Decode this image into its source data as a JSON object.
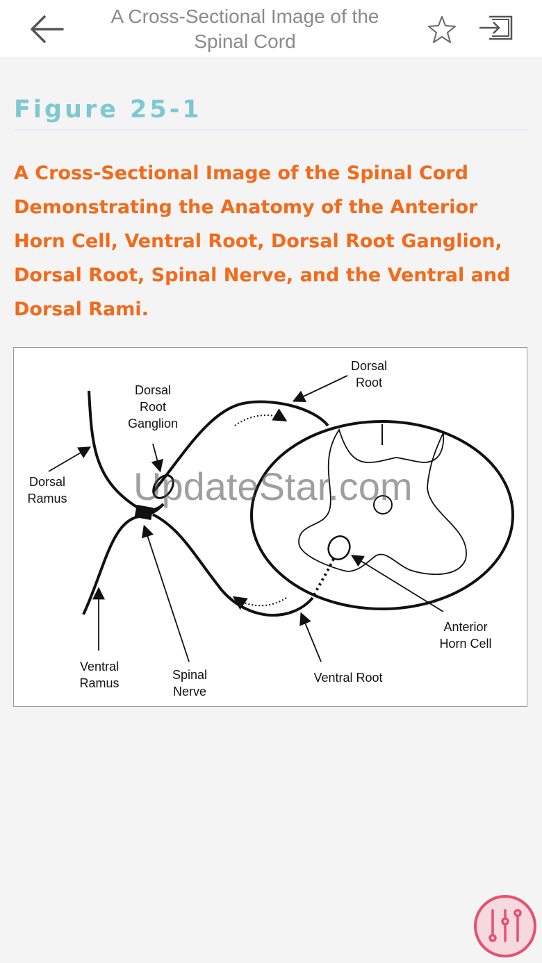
{
  "header": {
    "title": "A Cross-Sectional Image of the Spinal Cord",
    "back_icon": "arrow-left-icon",
    "star_icon": "star-outline-icon",
    "export_icon": "export-icon"
  },
  "figure": {
    "label": "Figure 25-1",
    "caption": "A Cross-Sectional Image of the Spinal Cord Demonstrating the Anatomy of the Anterior Horn Cell, Ventral Root, Dorsal Root Ganglion, Dorsal Root, Spinal Nerve, and the Ventral and Dorsal Rami.",
    "labels": {
      "dorsal_root_1": "Dorsal",
      "dorsal_root_2": "Root",
      "drg_1": "Dorsal",
      "drg_2": "Root",
      "drg_3": "Ganglion",
      "dorsal_ramus_1": "Dorsal",
      "dorsal_ramus_2": "Ramus",
      "anterior_horn_1": "Anterior",
      "anterior_horn_2": "Horn Cell",
      "ventral_ramus_1": "Ventral",
      "ventral_ramus_2": "Ramus",
      "spinal_nerve_1": "Spinal",
      "spinal_nerve_2": "Nerve",
      "ventral_root": "Ventral Root"
    }
  },
  "watermark": "UpdateStar.com",
  "fab": {
    "icon": "sliders-icon"
  },
  "colors": {
    "accent_teal": "#7ec8d3",
    "caption_orange": "#f26a1b",
    "fab_pink": "#e7506f"
  }
}
